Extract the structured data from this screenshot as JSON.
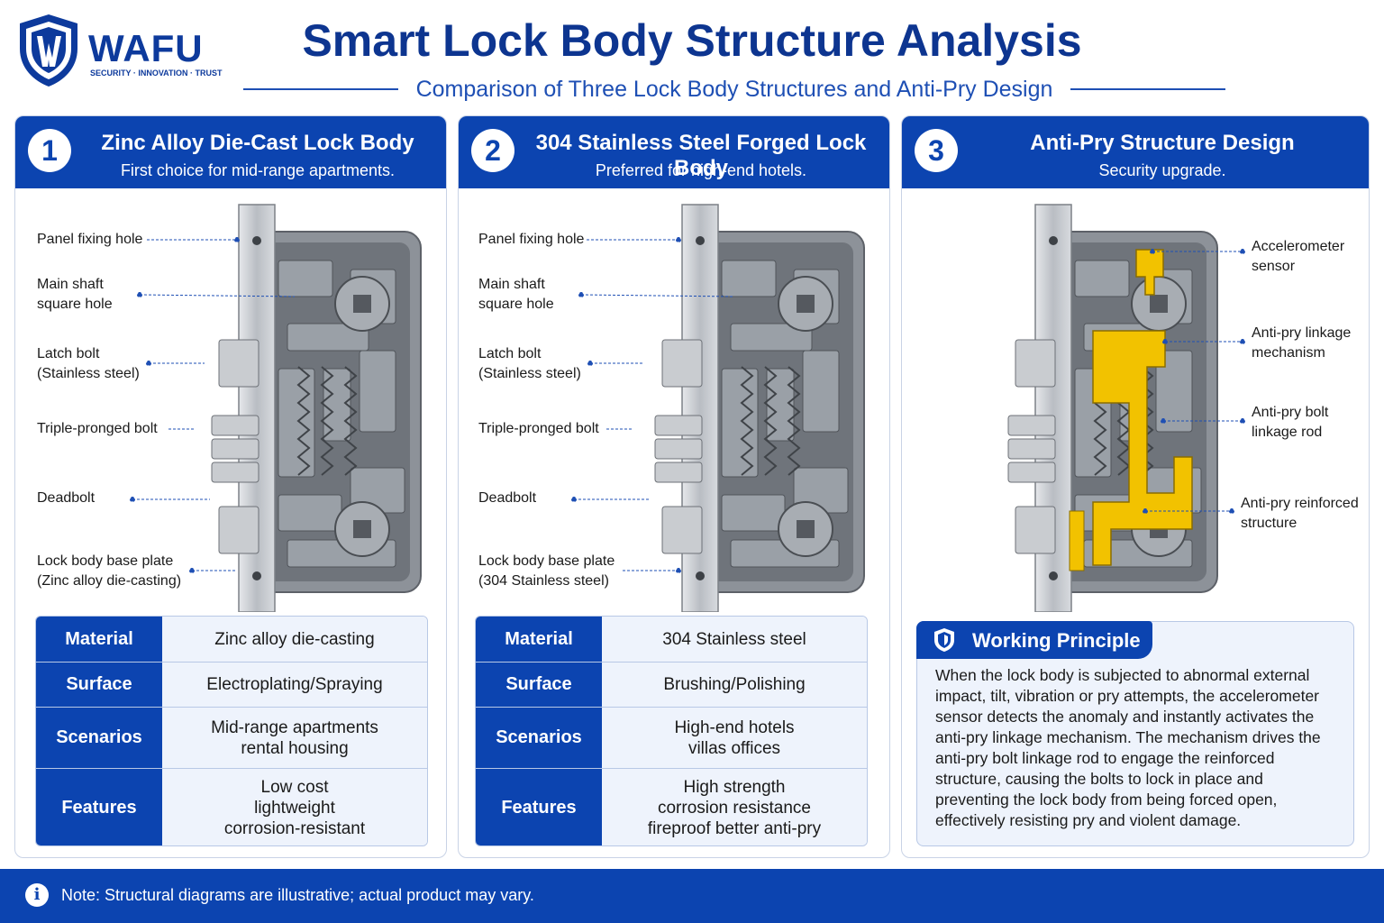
{
  "brand": {
    "name": "WAFU",
    "tagline": "SECURITY · INNOVATION · TRUST",
    "color": "#0d3a9c"
  },
  "header": {
    "title": "Smart Lock Body Structure Analysis",
    "subtitle": "Comparison of Three Lock Body Structures and Anti-Pry Design"
  },
  "panels": [
    {
      "number": "1",
      "title": "Zinc Alloy Die-Cast Lock Body",
      "subtitle": "First choice for mid-range apartments.",
      "labels": [
        {
          "lines": [
            "Panel fixing hole"
          ]
        },
        {
          "lines": [
            "Main shaft",
            "square hole"
          ]
        },
        {
          "lines": [
            "Latch bolt",
            "(Stainless steel)"
          ]
        },
        {
          "lines": [
            "Triple-pronged bolt"
          ]
        },
        {
          "lines": [
            "Deadbolt"
          ]
        },
        {
          "lines": [
            "Lock body base plate",
            "(Zinc alloy die-casting)"
          ]
        }
      ],
      "specs": [
        {
          "key": "Material",
          "lines": [
            "Zinc alloy die-casting"
          ]
        },
        {
          "key": "Surface",
          "lines": [
            "Electroplating/Spraying"
          ]
        },
        {
          "key": "Scenarios",
          "lines": [
            "Mid-range apartments",
            "rental housing"
          ]
        },
        {
          "key": "Features",
          "lines": [
            "Low cost",
            "lightweight",
            "corrosion-resistant"
          ]
        }
      ]
    },
    {
      "number": "2",
      "title": "304 Stainless Steel Forged Lock Body",
      "subtitle": "Preferred for high-end hotels.",
      "labels": [
        {
          "lines": [
            "Panel fixing hole"
          ]
        },
        {
          "lines": [
            "Main shaft",
            "square hole"
          ]
        },
        {
          "lines": [
            "Latch bolt",
            "(Stainless steel)"
          ]
        },
        {
          "lines": [
            "Triple-pronged bolt"
          ]
        },
        {
          "lines": [
            "Deadbolt"
          ]
        },
        {
          "lines": [
            "Lock body base plate",
            "(304 Stainless steel)"
          ]
        }
      ],
      "specs": [
        {
          "key": "Material",
          "lines": [
            "304 Stainless steel"
          ]
        },
        {
          "key": "Surface",
          "lines": [
            "Brushing/Polishing"
          ]
        },
        {
          "key": "Scenarios",
          "lines": [
            "High-end hotels",
            "villas offices"
          ]
        },
        {
          "key": "Features",
          "lines": [
            "High strength",
            "corrosion resistance",
            "fireproof better anti-pry"
          ]
        }
      ]
    },
    {
      "number": "3",
      "title": "Anti-Pry Structure Design",
      "subtitle": "Security upgrade.",
      "labels": [
        {
          "lines": [
            "Accelerometer",
            "sensor"
          ]
        },
        {
          "lines": [
            "Anti-pry linkage",
            "mechanism"
          ]
        },
        {
          "lines": [
            "Anti-pry bolt",
            "linkage rod"
          ]
        },
        {
          "lines": [
            "Anti-pry reinforced",
            "structure"
          ]
        }
      ],
      "principle": {
        "title": "Working Principle",
        "text": "When the lock body is subjected to abnormal external impact, tilt, vibration or pry attempts, the accelerometer sensor detects the anomaly and instantly activates the anti-pry linkage mechanism. The mechanism drives the anti-pry bolt linkage rod to engage the reinforced structure, causing the bolts to lock in place and preventing the lock body from being forced open, effectively resisting pry and violent damage."
      }
    }
  ],
  "footer": {
    "note": "Note: Structural diagrams are illustrative; actual product may vary.",
    "icon": "info-icon"
  },
  "colors": {
    "primary": "#0c44b0",
    "accent": "#f2c200",
    "cell_bg": "#eef3fc"
  }
}
